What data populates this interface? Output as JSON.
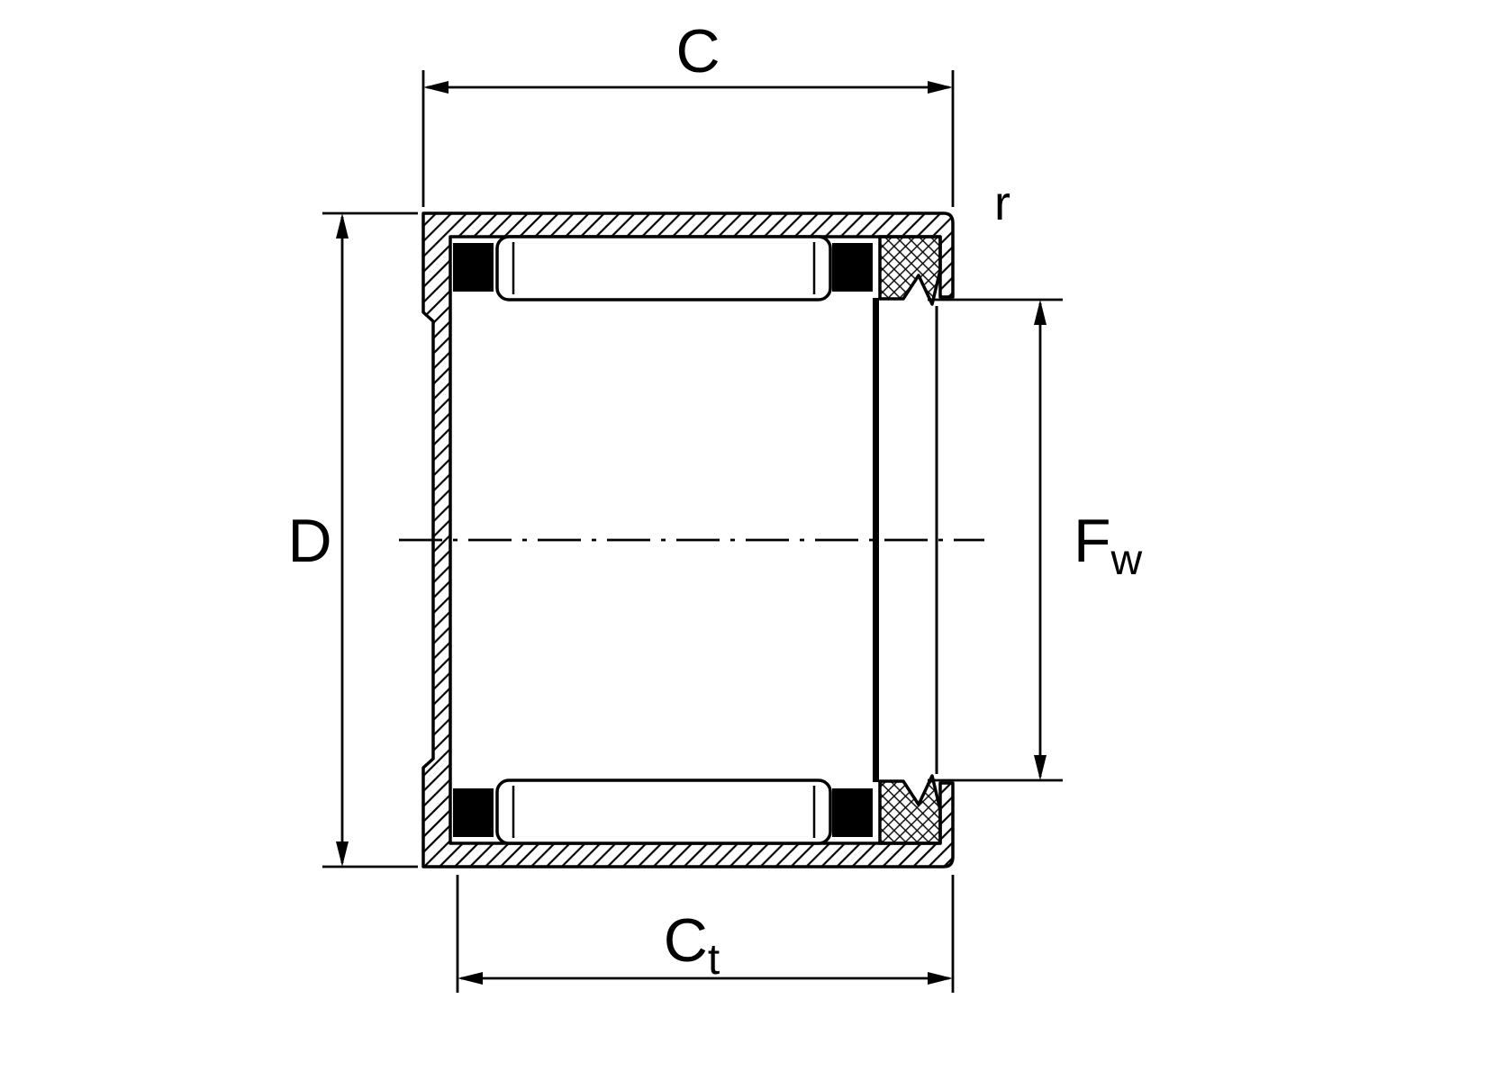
{
  "diagram": {
    "kind": "bearing-cross-section-technical-drawing",
    "colors": {
      "line": "#000000",
      "background": "#ffffff"
    },
    "labels": {
      "c": "C",
      "d": "D",
      "ct_main": "C",
      "ct_sub": "t",
      "fw_main": "F",
      "fw_sub": "w",
      "r": "r"
    }
  }
}
